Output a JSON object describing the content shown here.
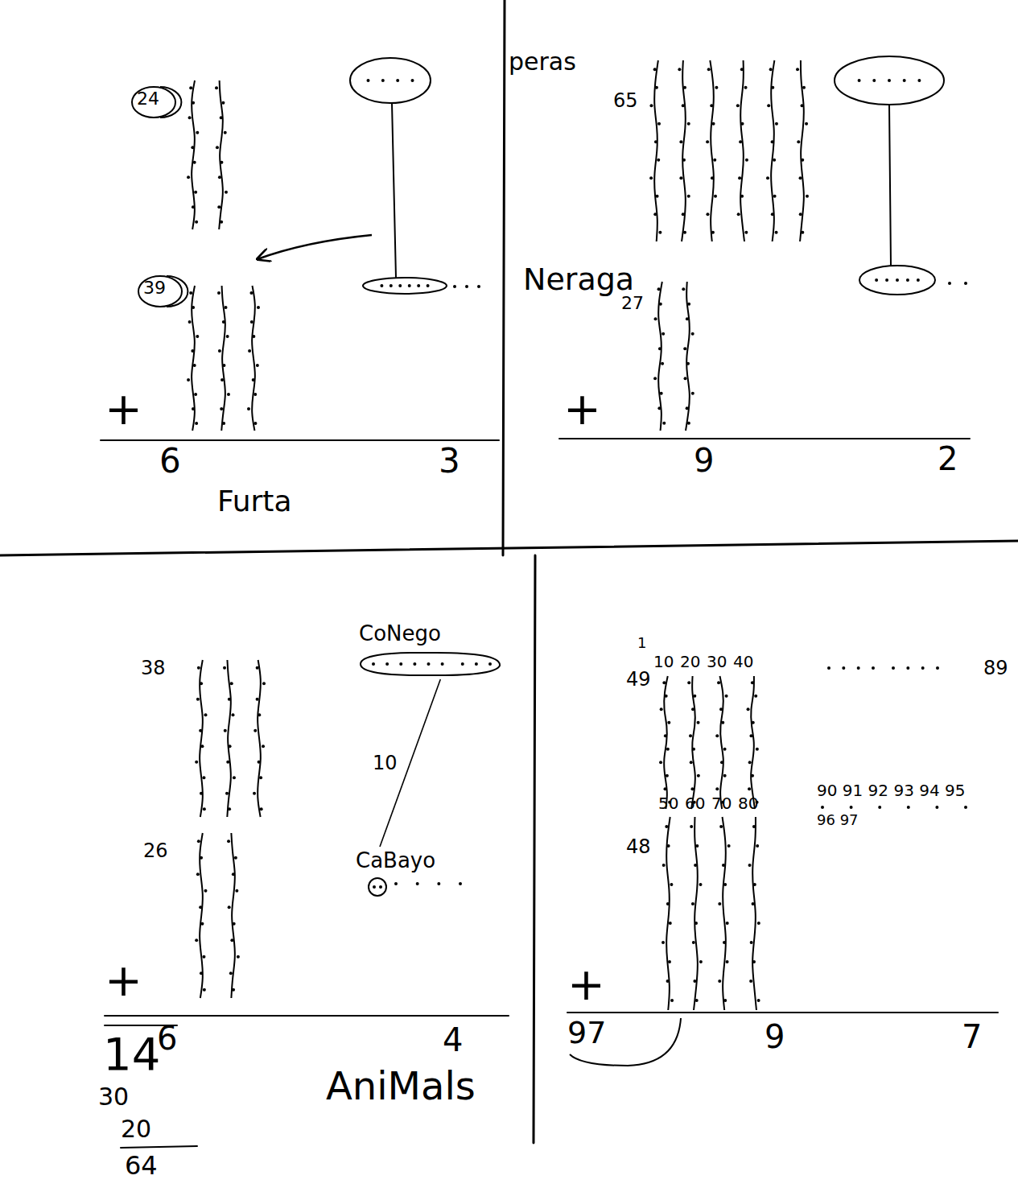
{
  "diagram": {
    "nodes": [
      {
        "text": [
          "24"
        ]
      },
      {
        "text": [
          "39"
        ]
      },
      {
        "text": [
          "CoNego"
        ]
      },
      {
        "text": [
          "CaBayo"
        ]
      }
    ],
    "edges": [
      {
        "from": 2,
        "to": 3,
        "label": "10",
        "arrow": "none"
      }
    ],
    "labels": [
      "+",
      "6",
      "3",
      "Furta",
      "peras",
      "65",
      "Neraga",
      "27",
      "+",
      "9",
      "2",
      "38",
      "26",
      "+",
      "6",
      "4",
      "14",
      "30",
      "20",
      "64",
      "AniMals",
      "1",
      "49",
      "10",
      "20",
      "30",
      "40",
      "89",
      "48",
      "50",
      "60",
      "70",
      "80",
      "90 91 92 93 94 95",
      "96 97",
      "+",
      "97",
      "9",
      "7"
    ]
  }
}
